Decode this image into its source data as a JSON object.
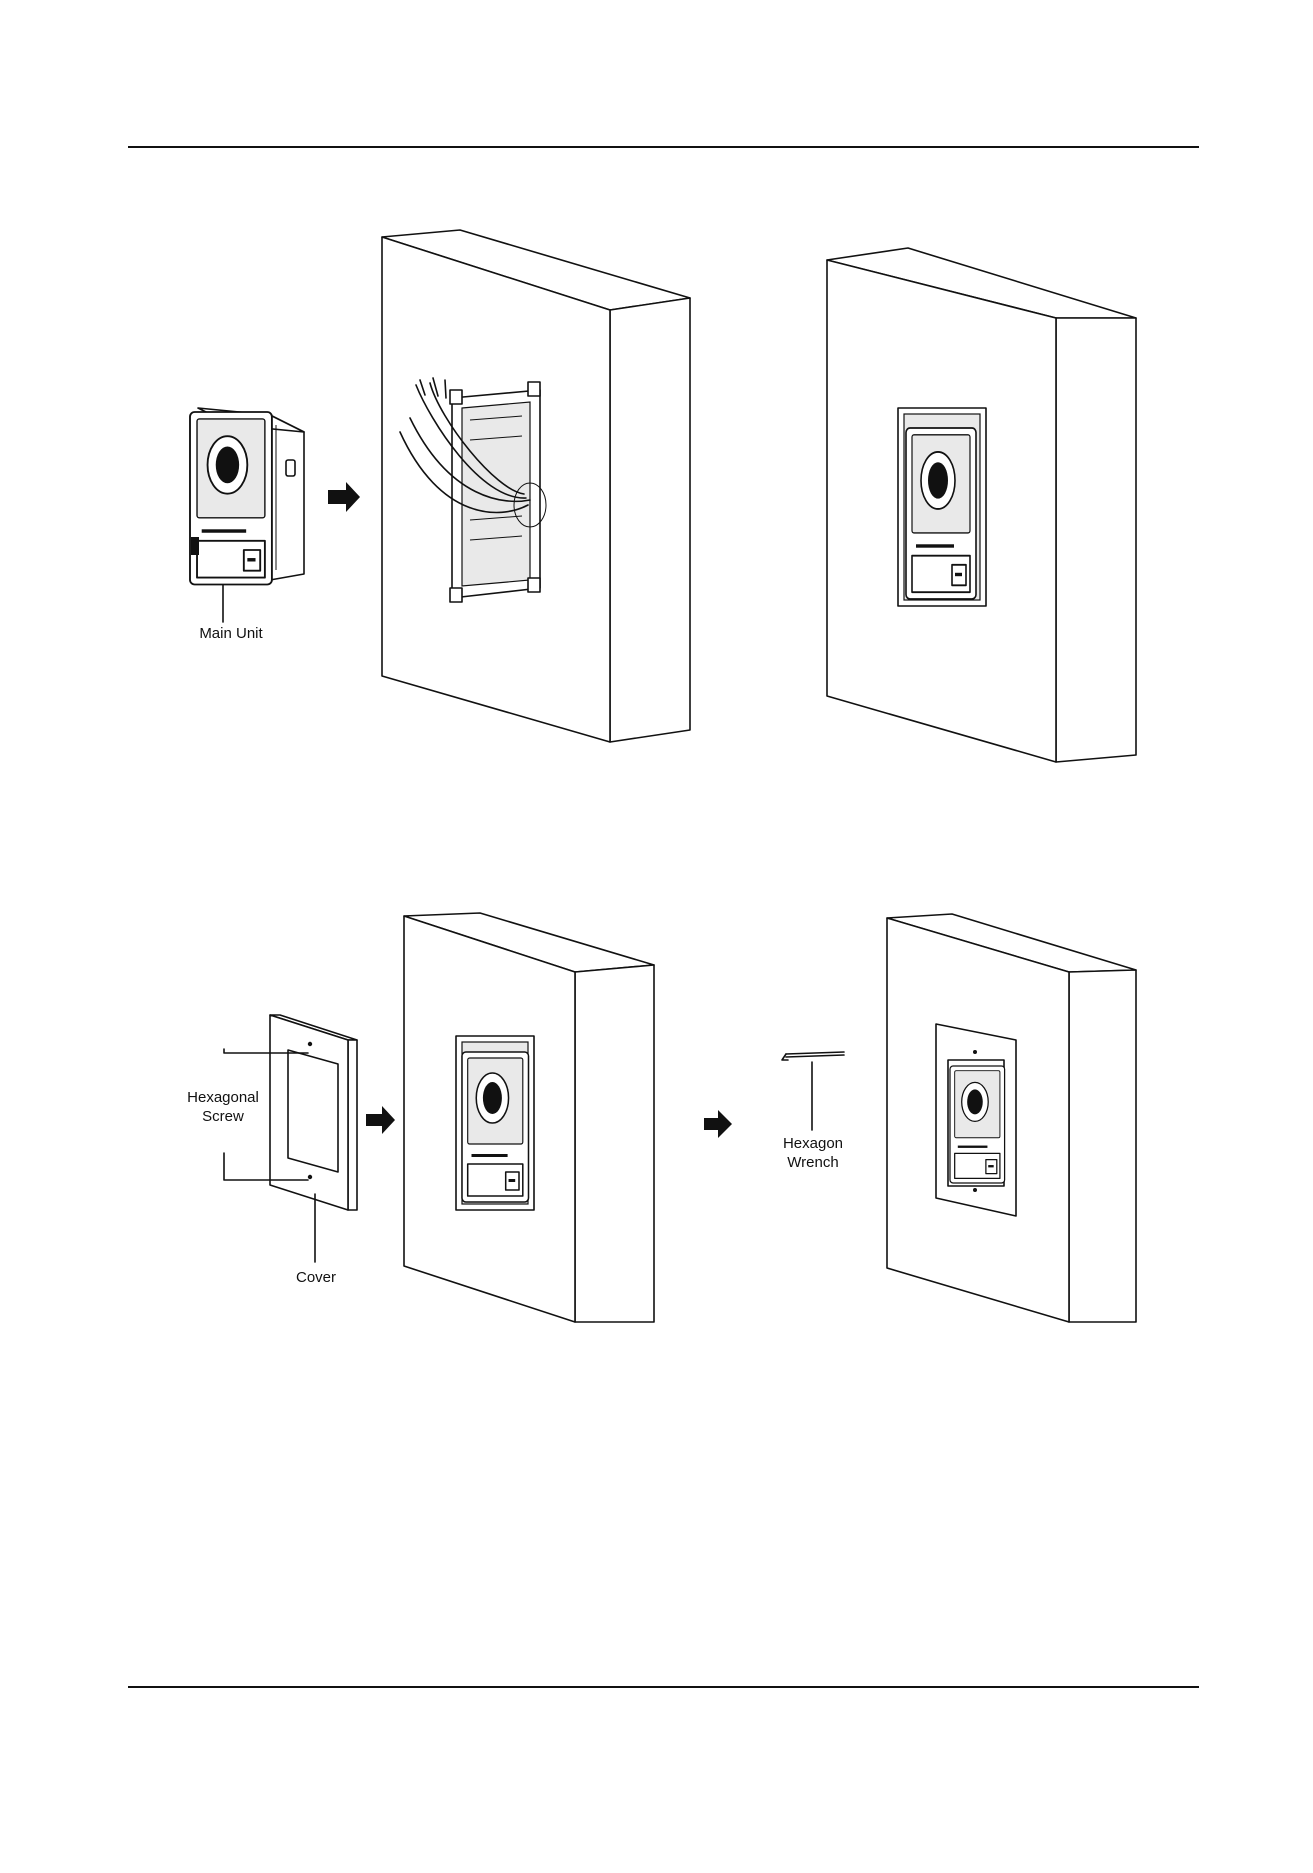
{
  "labels": {
    "main_unit": "Main Unit",
    "hexagonal_screw": "Hexagonal\nScrew",
    "cover": "Cover",
    "hexagon_wrench": "Hexagon\nWrench"
  },
  "colors": {
    "line": "#111111",
    "background": "#ffffff"
  }
}
